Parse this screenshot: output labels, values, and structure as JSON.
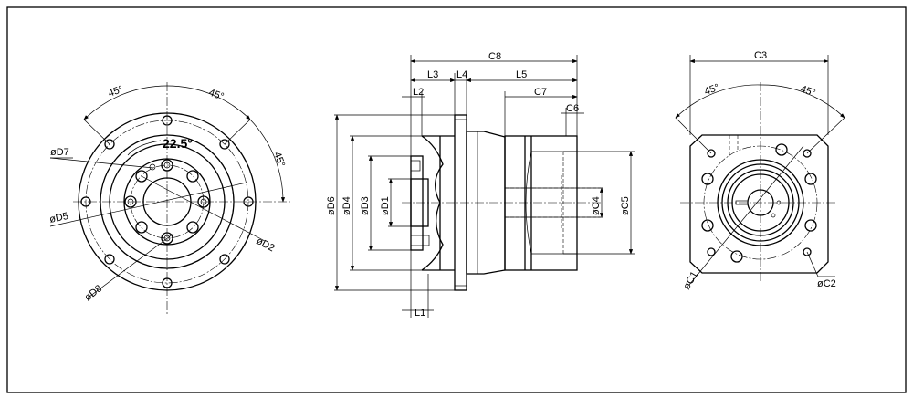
{
  "front_view": {
    "angle_labels": [
      "45°",
      "45°",
      "45°"
    ],
    "angle_callout": "22.5°",
    "diameter_labels": {
      "d7": "øD7",
      "d5": "øD5",
      "d2": "øD2",
      "d8": "øD8"
    }
  },
  "side_view": {
    "length_labels": {
      "c8": "C8",
      "l3": "L3",
      "l4": "L4",
      "l5": "L5",
      "l2": "L2",
      "c7": "C7",
      "c6": "C6",
      "l1": "L1"
    },
    "diameter_labels": {
      "d6": "øD6",
      "d4": "øD4",
      "d3": "øD3",
      "d1": "øD1",
      "c4": "øC4",
      "c5": "øC5"
    }
  },
  "rear_view": {
    "width_label": "C3",
    "angle_labels": [
      "45°",
      "45°"
    ],
    "diameter_labels": {
      "c1": "øC1",
      "c2": "øC2"
    }
  }
}
